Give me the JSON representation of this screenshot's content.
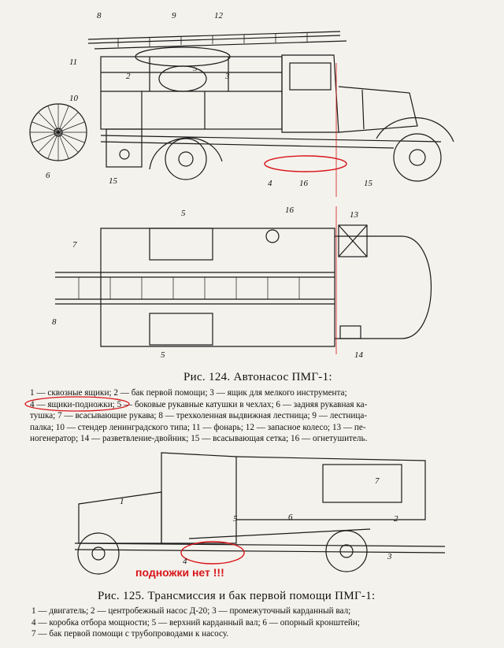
{
  "fig124": {
    "callouts": [
      "8",
      "9",
      "12",
      "11",
      "2",
      "5",
      "3",
      "10",
      "6",
      "15",
      "4",
      "16",
      "15",
      "5",
      "16",
      "13",
      "7",
      "8",
      "5",
      "14"
    ],
    "caption": "Рис. 124. Автонасос ПМГ-1:",
    "legend": [
      "1 — сквозные ящики; 2 — бак первой помощи; 3 — ящик для мелкого инструмента;",
      "4 — ящики-подножки; 5 — боковые рукавные катушки в чехлах; 6 — задняя рукавная ка-",
      "тушка; 7 — всасывающие рукава; 8 — трехколенная выдвижная лестница; 9 — лестница-",
      "палка; 10 — стендер ленинградского типа; 11 — фонарь; 12 — запасное колесо; 13 — пе-",
      "ногенератор; 14 — разветвление-двойник; 15 — всасывающая сетка; 16 — огнетушитель."
    ]
  },
  "fig125": {
    "callouts": [
      "1",
      "2",
      "3",
      "4",
      "5",
      "6",
      "7"
    ],
    "annotation": "подножки нет !!!",
    "annotation_color": "#d8141a",
    "caption": "Рис. 125. Трансмиссия и бак первой помощи ПМГ-1:",
    "legend": [
      "1 — двигатель; 2 — центробежный насос Д-20; 3 — промежуточный карданный вал;",
      "4 — коробка отбора мощности; 5 — верхний карданный вал; 6 — опорный кронштейн;",
      "7 — бак первой помощи с трубопроводами к насосу."
    ]
  },
  "colors": {
    "ink": "#1a1a1a",
    "paper": "#f4f2ec",
    "highlight": "#d8141a"
  }
}
